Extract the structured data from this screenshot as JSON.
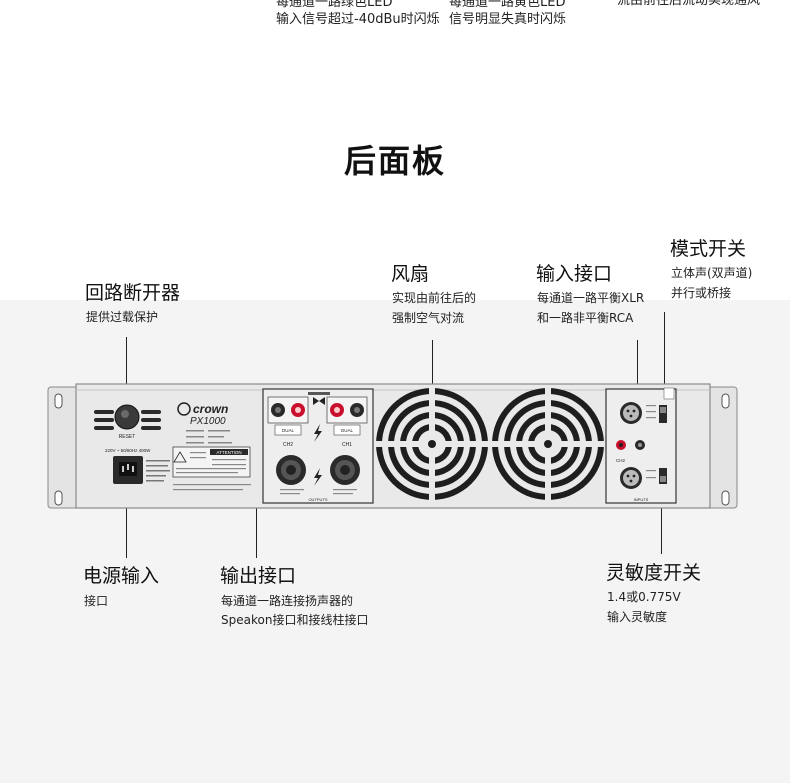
{
  "top_fragments": {
    "col1_line1": "每通道一路绿色LED",
    "col1_line2": "输入信号超过-40dBu时闪烁",
    "col2_line1": "每通道一路黄色LED",
    "col2_line2": "信号明显失真时闪烁",
    "col3_line1": "流由前往后流动实现通风"
  },
  "section_title": "后面板",
  "labels": {
    "breaker": {
      "title": "回路断开器",
      "desc": [
        "提供过载保护"
      ]
    },
    "fan": {
      "title": "风扇",
      "desc": [
        "实现由前往后的",
        "强制空气对流"
      ]
    },
    "input": {
      "title": "输入接口",
      "desc": [
        "每通道一路平衡XLR",
        "和一路非平衡RCA"
      ]
    },
    "mode": {
      "title": "模式开关",
      "desc": [
        "立体声(双声道)",
        "并行或桥接"
      ]
    },
    "power": {
      "title": "电源输入",
      "desc": [
        "接口"
      ]
    },
    "output": {
      "title": "输出接口",
      "desc": [
        "每通道一路连接扬声器的",
        "Speakon接口和接线柱接口"
      ]
    },
    "sensitivity": {
      "title": "灵敏度开关",
      "desc": [
        "1.4或0.775V",
        "输入灵敏度"
      ]
    }
  },
  "device": {
    "brand": "crown",
    "model": "PX1000",
    "reset_label": "RESET",
    "power_rating": "220V ~ 50/60Hz 400W",
    "attention_label": "ATTENTION",
    "outputs_label": "OUTPUTS",
    "inputs_label": "INPUTS",
    "ch1": "CH1",
    "ch2": "CH2",
    "dual_label": "DUAL"
  },
  "colors": {
    "chassis": "#e7e7e7",
    "chassis_edge": "#8a8a8a",
    "dark": "#2a2a2a",
    "binding_red": "#c8102e"
  }
}
